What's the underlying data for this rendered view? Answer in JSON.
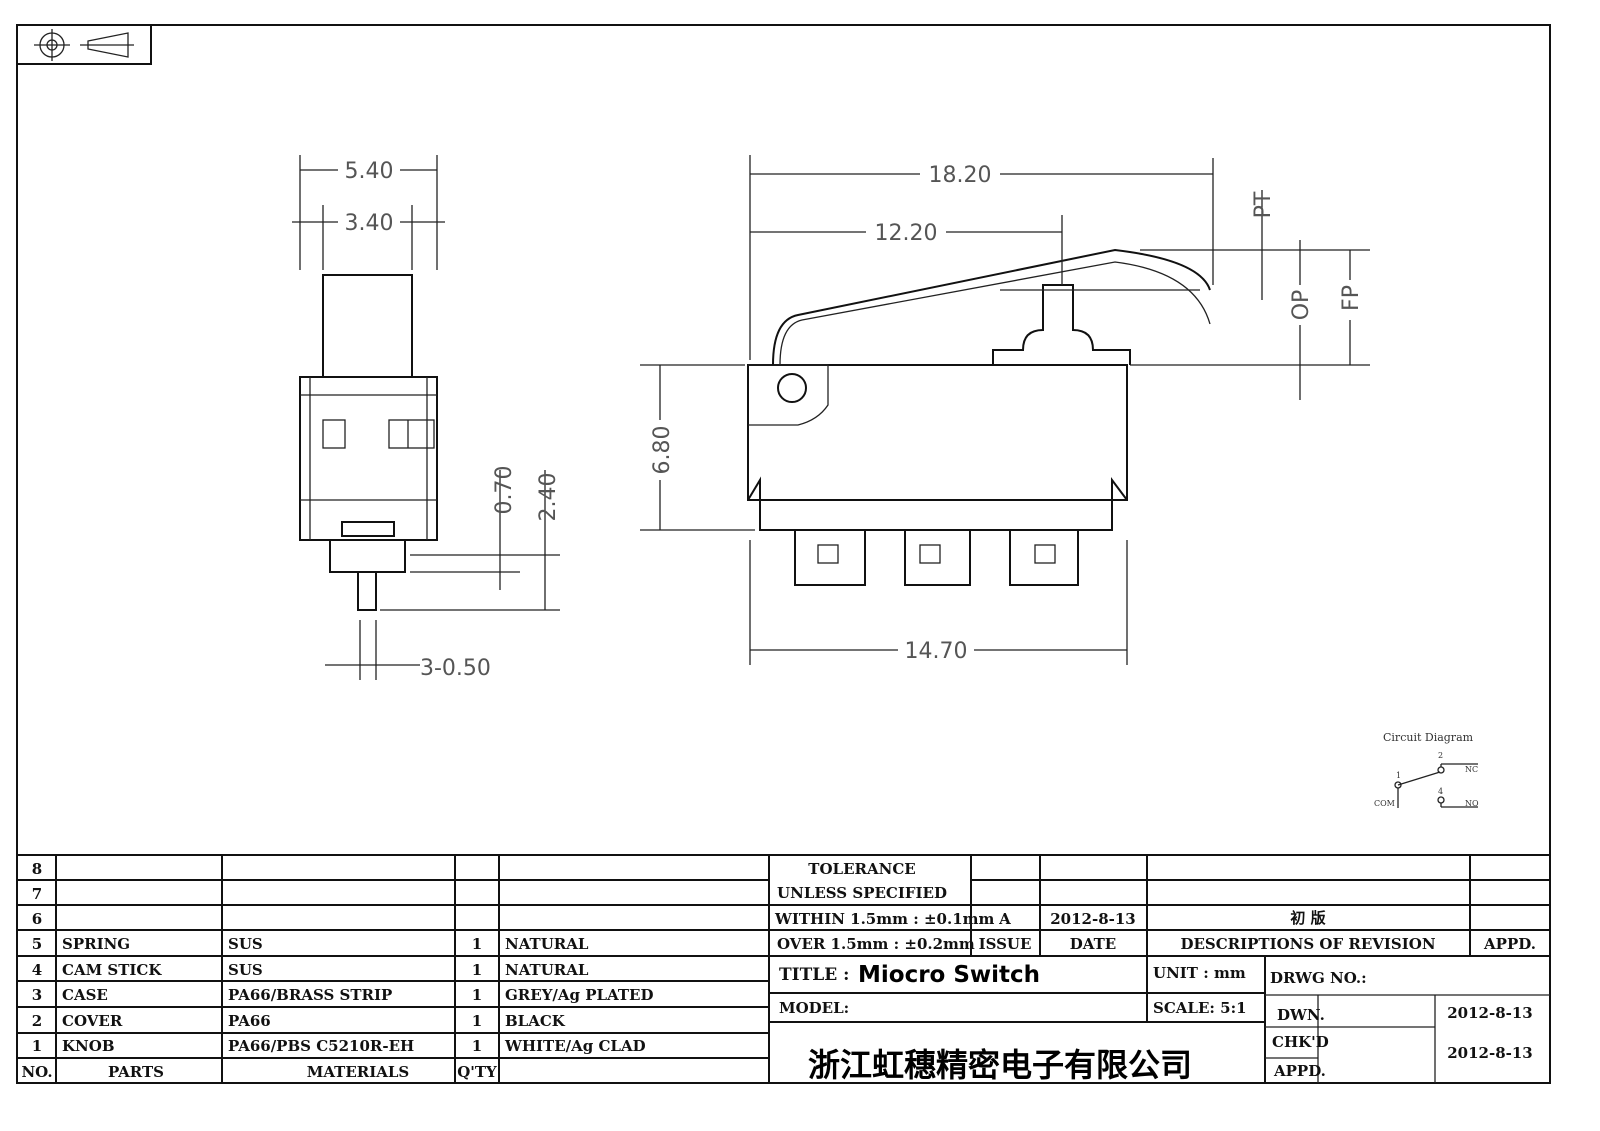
{
  "dimensions": {
    "side_width_outer": "5.40",
    "side_width_inner": "3.40",
    "pin_offset": "0.70",
    "pin_length": "2.40",
    "pin_size": "3-0.50",
    "total_length": "18.20",
    "actuator_position": "12.20",
    "body_height": "6.80",
    "body_length": "14.70",
    "pt_label": "PT",
    "op_label": "OP",
    "fp_label": "FP"
  },
  "circuit": {
    "title": "Circuit Diagram",
    "pin1": "1",
    "pin2": "2",
    "pin4": "4",
    "com": "COM",
    "nc": "NC",
    "no": "NO"
  },
  "parts_table": {
    "headers": {
      "no": "NO.",
      "parts": "PARTS",
      "materials": "MATERIALS",
      "qty": "Q'TY"
    },
    "rows": [
      {
        "no": "8",
        "part": "",
        "material": "",
        "qty": "",
        "finish": ""
      },
      {
        "no": "7",
        "part": "",
        "material": "",
        "qty": "",
        "finish": ""
      },
      {
        "no": "6",
        "part": "",
        "material": "",
        "qty": "",
        "finish": ""
      },
      {
        "no": "5",
        "part": "SPRING",
        "material": "SUS",
        "qty": "1",
        "finish": "NATURAL"
      },
      {
        "no": "4",
        "part": "CAM STICK",
        "material": "SUS",
        "qty": "1",
        "finish": "NATURAL"
      },
      {
        "no": "3",
        "part": "CASE",
        "material": "PA66/BRASS STRIP",
        "qty": "1",
        "finish": "GREY/Ag PLATED"
      },
      {
        "no": "2",
        "part": "COVER",
        "material": "PA66",
        "qty": "1",
        "finish": "BLACK"
      },
      {
        "no": "1",
        "part": "KNOB",
        "material": "PA66/PBS C5210R-EH",
        "qty": "1",
        "finish": "WHITE/Ag CLAD"
      }
    ]
  },
  "title_block": {
    "tolerance_1": "TOLERANCE",
    "tolerance_2": "UNLESS  SPECIFIED",
    "within": "WITHIN 1.5mm : ±0.1mm",
    "over": "OVER 1.5mm : ±0.2mm",
    "issue_value": "A",
    "date_value": "2012-8-13",
    "revision_value": "初 版",
    "issue_label": "ISSUE",
    "date_label": "DATE",
    "desc_label": "DESCRIPTIONS OF REVISION",
    "appd_label": "APPD.",
    "title_label": "TITLE :",
    "title_value": "Miocro Switch",
    "unit_label": "UNIT :  mm",
    "drwg_label": "DRWG NO.:",
    "model_label": "MODEL:",
    "scale_label": "SCALE:  5:1",
    "dwn_label": "DWN.",
    "dwn_date": "2012-8-13",
    "chkd_label": "CHK'D",
    "chkd_date": "2012-8-13",
    "appd2_label": "APPD.",
    "company": "浙江虹穗精密电子有限公司"
  }
}
